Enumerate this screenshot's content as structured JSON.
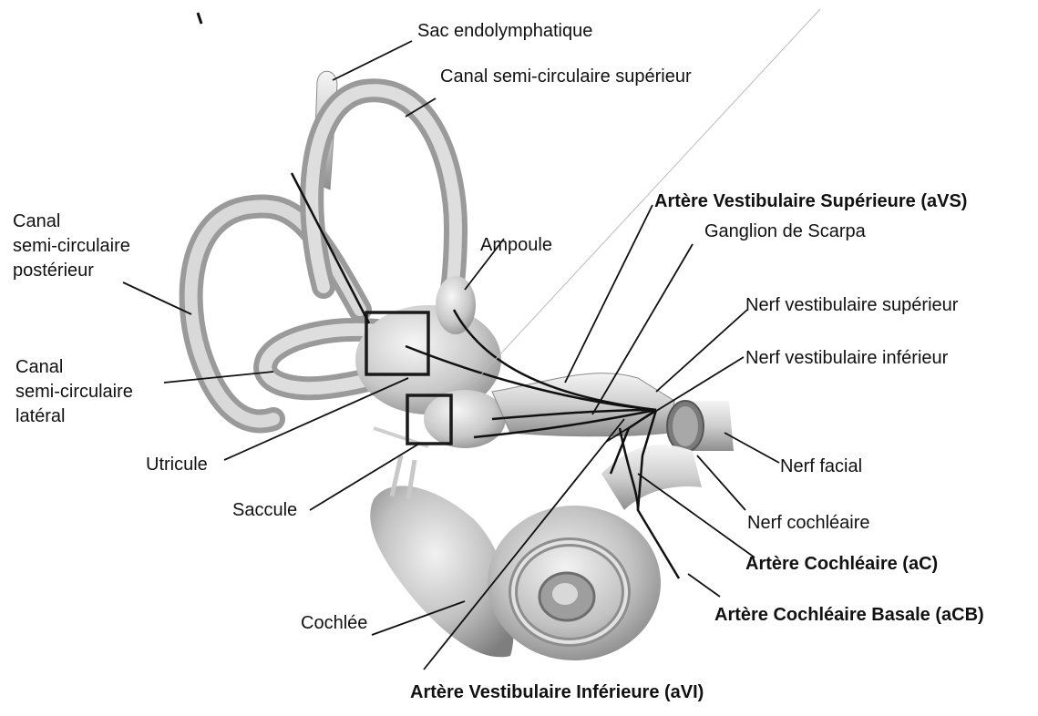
{
  "colors": {
    "structure_light": "#f2f2f2",
    "structure_mid": "#c4c4c4",
    "structure_dark": "#8a8a8a",
    "line": "#111111",
    "box": "#1a1a1a"
  },
  "labels": {
    "sac_endolymphatique": "Sac endolymphatique",
    "canal_superieur": "Canal semi-circulaire supérieur",
    "canal_posterieur": "Canal\nsemi-circulaire\npostérieur",
    "canal_lateral": "Canal\nsemi-circulaire\nlatéral",
    "ampoule": "Ampoule",
    "utricule": "Utricule",
    "saccule": "Saccule",
    "cochlee": "Cochlée",
    "avs": "Artère Vestibulaire Supérieure (aVS)",
    "ganglion_scarpa": "Ganglion de Scarpa",
    "nerf_vest_sup": "Nerf vestibulaire supérieur",
    "nerf_vest_inf": "Nerf vestibulaire inférieur",
    "nerf_facial": "Nerf facial",
    "nerf_cochleaire": "Nerf cochléaire",
    "ac": "Artère Cochléaire (aC)",
    "acb": "Artère Cochléaire Basale (aCB)",
    "avi": "Artère Vestibulaire Inférieure (aVI)"
  }
}
